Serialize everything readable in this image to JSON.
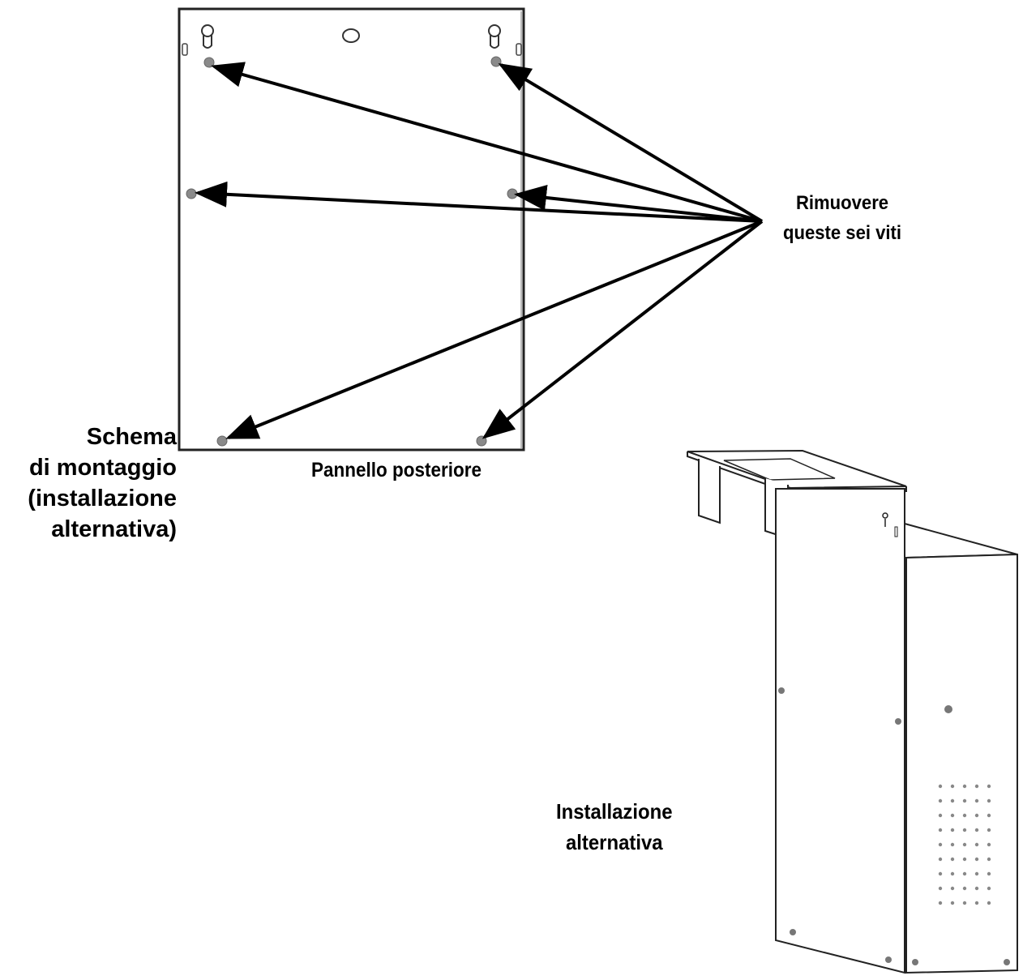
{
  "labels": {
    "remove_screws_line1": "Rimuovere",
    "remove_screws_line2": "queste sei viti",
    "rear_panel": "Pannello posteriore",
    "scheme_line1": "Schema",
    "scheme_line2": "di montaggio",
    "scheme_line3": "(installazione",
    "scheme_line4": "alternativa)",
    "alt_install_line1": "Installazione",
    "alt_install_line2": "alternativa"
  },
  "colors": {
    "line": "#000000",
    "screw": "#8a8a8a",
    "background": "#ffffff"
  },
  "counts": {
    "screws_to_remove": 6
  }
}
